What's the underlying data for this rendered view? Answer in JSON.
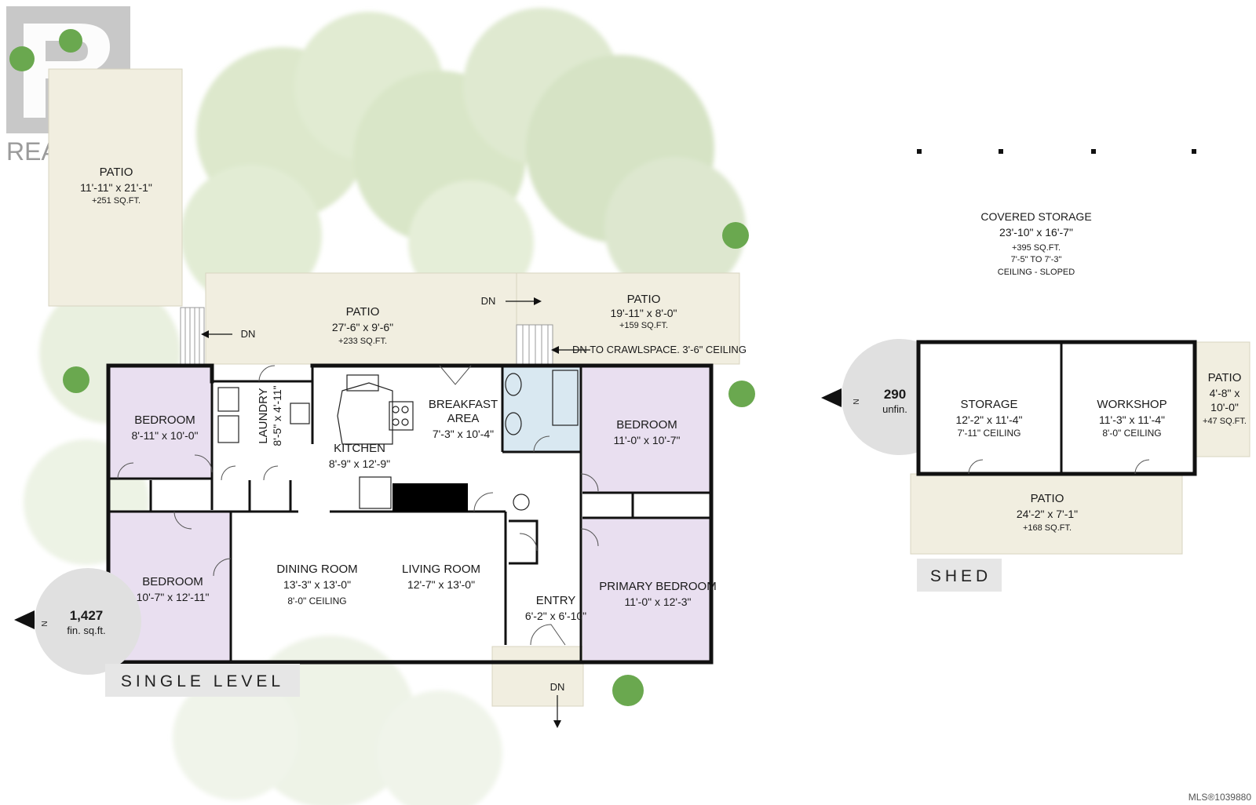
{
  "realtor": {
    "wordmark": "REALTOR",
    "registered": "®"
  },
  "mls": "MLS®1039880",
  "main_house": {
    "level_label": "SINGLE LEVEL",
    "area_value": "1,427",
    "area_unit": "fin. sq.ft.",
    "north_label": "N",
    "rooms": {
      "patio_nw": {
        "name": "PATIO",
        "dims": "11'-11\" x 21'-1\"",
        "sqft": "+251 SQ.FT."
      },
      "patio_center": {
        "name": "PATIO",
        "dims": "27'-6\" x 9'-6\"",
        "sqft": "+233 SQ.FT."
      },
      "patio_east": {
        "name": "PATIO",
        "dims": "19'-11\" x 8'-0\"",
        "sqft": "+159 SQ.FT."
      },
      "bedroom_nw": {
        "name": "BEDROOM",
        "dims": "8'-11\" x 10'-0\""
      },
      "laundry": {
        "name": "LAUNDRY",
        "dims": "8'-5\" x 4'-11\""
      },
      "kitchen": {
        "name": "KITCHEN",
        "dims": "8'-9\" x 12'-9\""
      },
      "breakfast": {
        "name1": "BREAKFAST",
        "name2": "AREA",
        "dims": "7'-3\" x 10'-4\""
      },
      "bedroom_ne": {
        "name": "BEDROOM",
        "dims": "11'-0\" x 10'-7\""
      },
      "bedroom_sw": {
        "name": "BEDROOM",
        "dims": "10'-7\" x 12'-11\""
      },
      "dining": {
        "name": "DINING ROOM",
        "dims": "13'-3\" x 13'-0\"",
        "ceiling": "8'-0\" CEILING"
      },
      "living": {
        "name": "LIVING ROOM",
        "dims": "12'-7\" x 13'-0\""
      },
      "entry": {
        "name": "ENTRY",
        "dims": "6'-2\" x 6'-10\""
      },
      "primary": {
        "name": "PRIMARY BEDROOM",
        "dims": "11'-0\" x 12'-3\""
      }
    },
    "dn_labels": {
      "west": "DN",
      "center": "DN",
      "crawl": "DN TO CRAWLSPACE. 3'-6\" CEILING",
      "entry": "DN"
    }
  },
  "shed": {
    "level_label": "SHED",
    "area_value": "290",
    "area_unit": "unfin.",
    "north_label": "N",
    "covered": {
      "name": "COVERED STORAGE",
      "dims": "23'-10\" x 16'-7\"",
      "sqft": "+395 SQ.FT.",
      "height": "7'-5\" TO 7'-3\"",
      "ceiling": "CEILING - SLOPED"
    },
    "storage": {
      "name": "STORAGE",
      "dims": "12'-2\" x 11'-4\"",
      "ceiling": "7'-11\" CEILING"
    },
    "workshop": {
      "name": "WORKSHOP",
      "dims": "11'-3\" x 11'-4\"",
      "ceiling": "8'-0\" CEILING"
    },
    "patio_small": {
      "name": "PATIO",
      "dims1": "4'-8\" x",
      "dims2": "10'-0\"",
      "sqft": "+47 SQ.FT."
    },
    "patio_bottom": {
      "name": "PATIO",
      "dims": "24'-2\" x 7'-1\"",
      "sqft": "+168 SQ.FT."
    }
  },
  "colors": {
    "foliage": "#d9e6c8",
    "patio": "#f1eee0",
    "bedroom": "#e9dff0",
    "bath": "#d9e8f1",
    "wall": "#111111",
    "tag": "#e6e6e6"
  }
}
